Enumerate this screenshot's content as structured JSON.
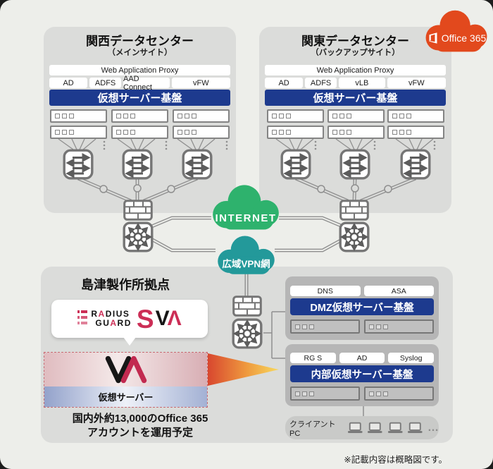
{
  "footnote": "※記載内容は概略図です。",
  "colors": {
    "platform_blue": "#1d3a8e",
    "internet_green": "#2eb26d",
    "vpn_teal": "#23999a",
    "office_orange": "#e2491d",
    "logo_red": "#cc2e56"
  },
  "datacenters": [
    {
      "title": "関西データセンター",
      "subtitle": "（メインサイト）",
      "proxy": "Web Application Proxy",
      "pills": [
        "AD",
        "ADFS",
        "AAD Connect",
        "vFW"
      ],
      "platform": "仮想サーバー基盤"
    },
    {
      "title": "関東データセンター",
      "subtitle": "（バックアップサイト）",
      "proxy": "Web Application Proxy",
      "pills": [
        "AD",
        "ADFS",
        "vLB",
        "vFW"
      ],
      "platform": "仮想サーバー基盤"
    }
  ],
  "office365": {
    "label": "Office 365"
  },
  "clouds": {
    "internet": "INTERNET",
    "vpn": "広域VPN網"
  },
  "site": {
    "title": "島津製作所拠点",
    "logo": {
      "radius_pre": "R",
      "radius_a": "A",
      "radius_rest": "DIUS",
      "guard_pre": "GU",
      "guard_a": "A",
      "guard_rest": "RD",
      "s": "S",
      "v": "V",
      "a": "Λ"
    },
    "va_label": "仮想サーバー",
    "note1": "国内外約13,000のOffice 365",
    "note2": "アカウントを運用予定",
    "dmz": {
      "pills": [
        "DNS",
        "ASA"
      ],
      "platform": "DMZ仮想サーバー基盤"
    },
    "internal": {
      "pills": [
        "RG S",
        "AD",
        "Syslog"
      ],
      "platform": "内部仮想サーバー基盤"
    },
    "client": {
      "label": "クライアントPC",
      "more": "…"
    }
  }
}
